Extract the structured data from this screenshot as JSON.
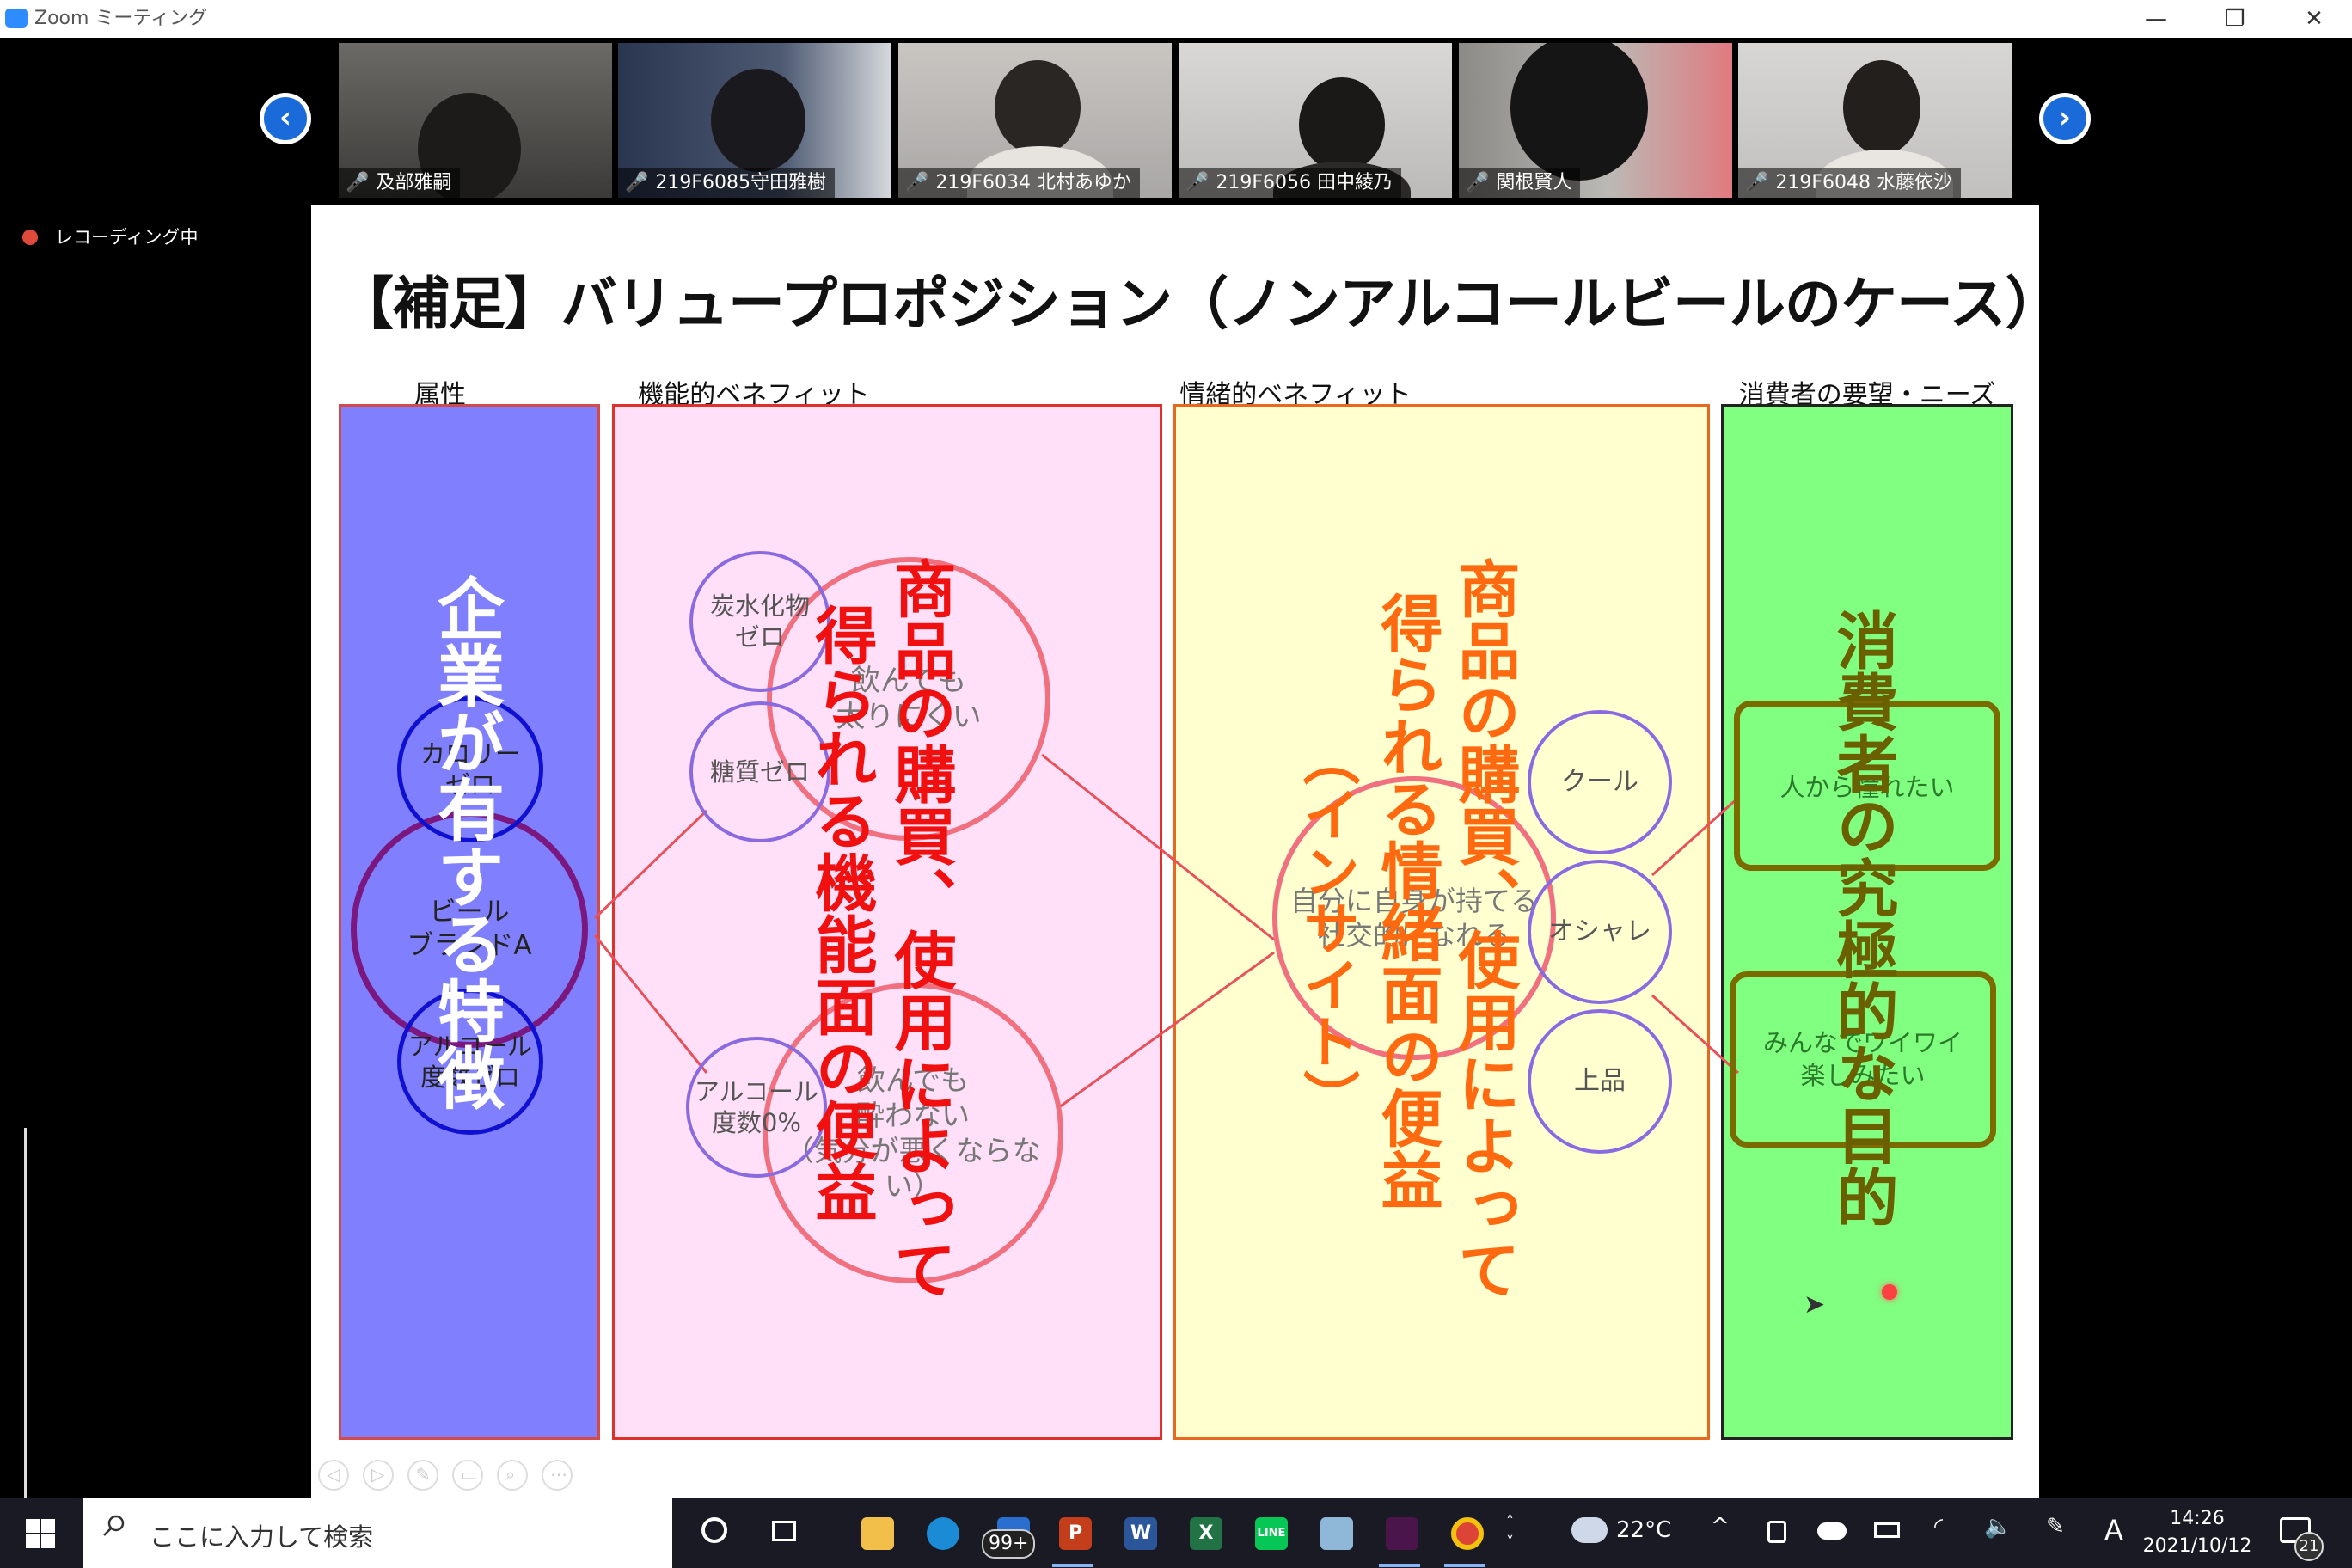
{
  "window": {
    "title": "Zoom ミーティング",
    "minimize_glyph": "—",
    "restore_glyph": "❐",
    "close_glyph": "✕"
  },
  "gallery": {
    "prev_glyph": "‹",
    "next_glyph": "›",
    "participants": [
      {
        "name": "及部雅嗣"
      },
      {
        "name": "219F6085守田雅樹"
      },
      {
        "name": "219F6034 北村あゆか"
      },
      {
        "name": "219F6056 田中綾乃"
      },
      {
        "name": "関根賢人"
      },
      {
        "name": "219F6048 水藤依沙"
      }
    ],
    "mute_glyph": "🎤"
  },
  "recording": {
    "label": "レコーディング中"
  },
  "slide": {
    "title": "【補足】バリュープロポジション（ノンアルコールビールのケース）",
    "columns": [
      {
        "header": "属性",
        "color": "#8080ff",
        "border": "#d34a4a"
      },
      {
        "header": "機能的ベネフィット",
        "color": "#ffe0f8",
        "border": "#e0302a"
      },
      {
        "header": "情緒的ベネフィット",
        "color": "#ffffd0",
        "border": "#e86820"
      },
      {
        "header": "消費者の要望・ニーズ",
        "color": "#80ff80",
        "border": "#222222"
      }
    ],
    "attr": {
      "overlay": "企業が有する特徴",
      "circles": [
        "カロリーゼロ",
        "ビール ブランドA",
        "アルコール 度数ゼロ"
      ],
      "circle_lines": [
        [
          "カロリー",
          "ゼロ"
        ],
        [
          "ビール",
          "ブランドA"
        ],
        [
          "アルコール",
          "度数ゼロ"
        ]
      ]
    },
    "functional": {
      "overlay_line1": "商品の購買、使用によって",
      "overlay_line2": "得られる機能面の便益",
      "small_circles": [
        [
          "炭水化物",
          "ゼロ"
        ],
        [
          "糖質ゼロ"
        ],
        [
          "アルコール",
          "度数0%"
        ]
      ],
      "big_circles": [
        [
          "飲んでも",
          "太りにくい"
        ],
        [
          "飲んでも",
          "酔わない",
          "（気分が悪くならない）"
        ]
      ]
    },
    "emotional": {
      "overlay_line1": "商品の購買、使用によって",
      "overlay_line2": "得られる情緒面の便益",
      "overlay_line3": "（インサイト）",
      "big_circle": [
        "自分に自身が持てる",
        "社交的になれる"
      ],
      "small_circles": [
        "クール",
        "オシャレ",
        "上品"
      ]
    },
    "needs": {
      "overlay": "消費者の究極的な目的",
      "boxes": [
        [
          "人から憧れたい"
        ],
        [
          "みんなでワイワイ",
          "楽しみたい"
        ]
      ]
    },
    "controls": [
      "◁",
      "▷",
      "✎",
      "▭",
      "⌕",
      "⋯"
    ]
  },
  "taskbar": {
    "search_placeholder": "ここに入力して検索",
    "apps": [
      "cortana",
      "task-view",
      "file-explorer",
      "edge",
      "mail",
      "powerpoint",
      "word",
      "excel",
      "line",
      "app",
      "slack",
      "chrome"
    ],
    "mail_badge": "99+",
    "app_labels": {
      "powerpoint": "P",
      "word": "W",
      "excel": "X",
      "line": "LINE"
    },
    "weather": "22°C",
    "time": "14:26",
    "date": "2021/10/12",
    "ime": "A",
    "notification_count": "21",
    "colors": {
      "edge": "#1b8bd6",
      "powerpoint": "#c43e1c",
      "word": "#2b579a",
      "excel": "#217346",
      "line": "#06c755",
      "chrome": "#db4437"
    }
  }
}
